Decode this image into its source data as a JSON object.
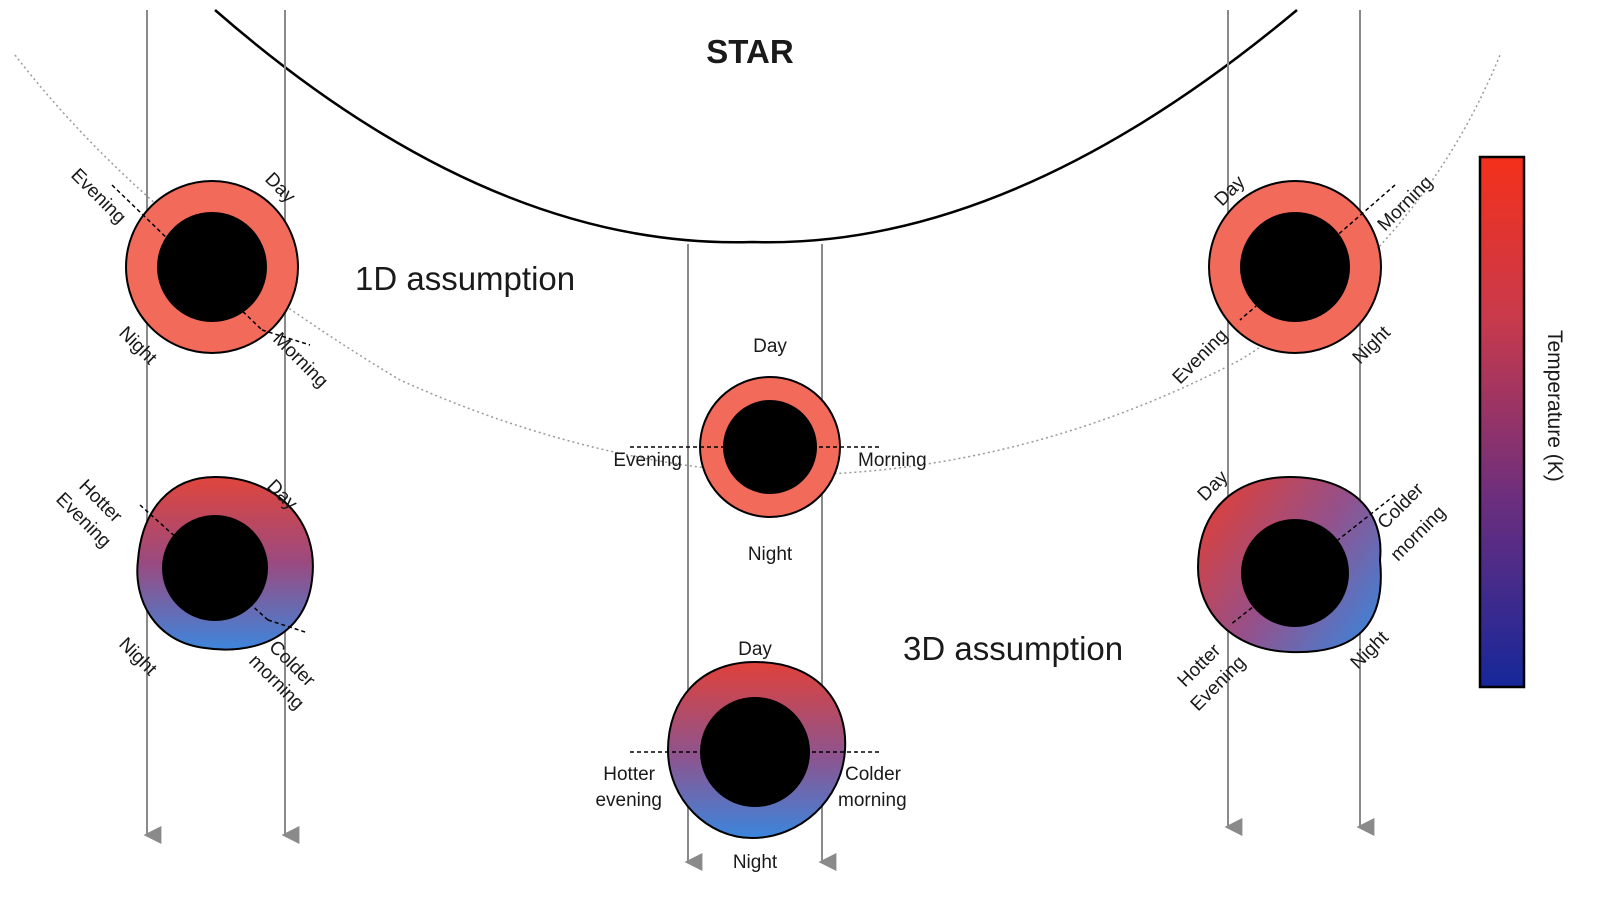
{
  "star": {
    "label": "STAR"
  },
  "sections": {
    "one_d": "1D assumption",
    "three_d": "3D assumption"
  },
  "labels": {
    "day": "Day",
    "night": "Night",
    "evening": "Evening",
    "morning": "Morning",
    "hotter": "Hotter",
    "hotter_lower": "Hotter",
    "evening_lower": "evening",
    "colder": "Colder",
    "morning_lower": "morning"
  },
  "colorbar": {
    "title": "Temperature (K)",
    "top_color": "#f03a1c",
    "bottom_color": "#172f9c"
  },
  "colors": {
    "hot": "#f26a5a",
    "hot_dark": "#d63a33",
    "cold": "#3d82d6",
    "arrow": "#8a8a8a",
    "planet_core": "#000000"
  }
}
